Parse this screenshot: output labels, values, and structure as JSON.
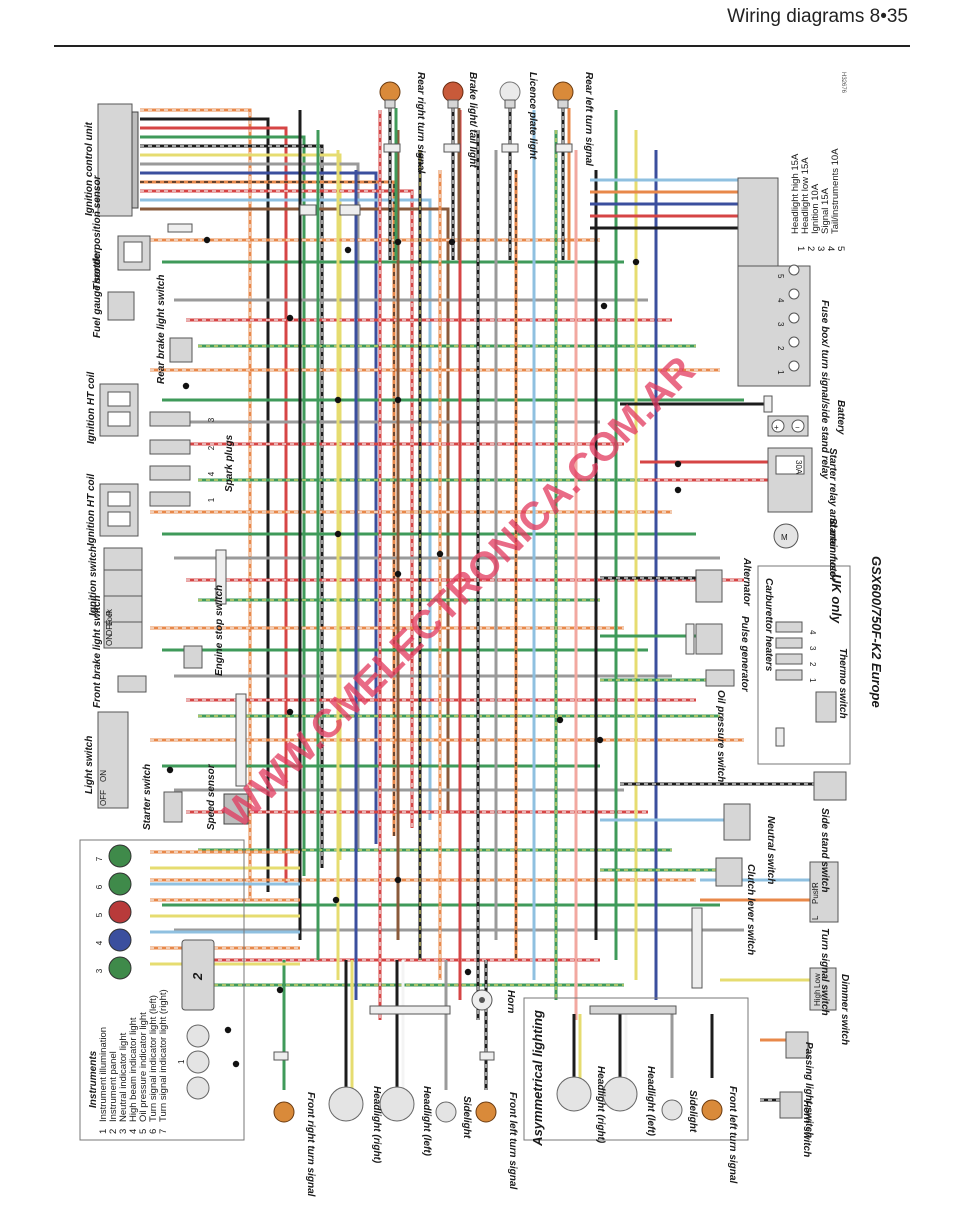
{
  "header": {
    "title": "Wiring diagrams 8•35"
  },
  "figure_code": "H32676",
  "model_title": "GSX600/750F-K2 Europe",
  "watermark": "WWW.CMELECTRONICA.COM.AR",
  "colors": {
    "black": "#1c1c1c",
    "orange": "#e8884a",
    "red": "#d64545",
    "green": "#3f9a5a",
    "blue": "#3b4f9e",
    "yellow": "#e6dc70",
    "gray": "#9a9a9a",
    "lightblue": "#8fc0e0",
    "brown": "#8a5a3a",
    "white": "#f4f4f4",
    "pink": "#f2a8a0"
  },
  "labels": {
    "rear_right_turn": "Rear right turn signal",
    "brake_tail": "Brake light/ tail light",
    "licence_plate": "Licence plate light",
    "rear_left_turn": "Rear left turn signal",
    "ignition_control_unit": "Ignition control unit",
    "throttle_position": "Throttle position sensor",
    "fuel_gauge": "Fuel gauge sender",
    "rear_brake_switch": "Rear brake light switch",
    "ignition_ht_coil_1": "Ignition HT coil",
    "ignition_ht_coil_2": "Ignition HT coil",
    "spark_plugs": "Spark plugs",
    "ignition_switch": "Ignition switch",
    "front_brake_switch": "Front brake light switch",
    "engine_stop": "Engine stop switch",
    "light_switch": "Light switch",
    "starter_switch": "Starter switch",
    "speed_sensor": "Speed sensor",
    "instruments": "Instruments",
    "horn": "Horn",
    "front_right_turn": "Front right turn signal",
    "headlight_right": "Headlight (right)",
    "headlight_left": "Headlight (left)",
    "sidelight": "Sidelight",
    "front_left_turn": "Front left turn signal",
    "asymmetrical_lighting": "Asymmetrical lighting",
    "headlight_right_2": "Headlight (right)",
    "headlight_left_2": "Headlight (left)",
    "sidelight_2": "Sidelight",
    "front_left_turn_2": "Front left turn signal",
    "fuse_box": "Fuse box/ turn signal/side stand relay",
    "battery": "Battery",
    "starter_relay": "Starter relay and main fuse",
    "starter_motor": "Starter motor",
    "alternator": "Alternator",
    "pulse_generator": "Pulse generator",
    "oil_pressure": "Oil pressure switch",
    "carb_heaters": "Carburettor heaters",
    "thermo_switch": "Thermo switch",
    "uk_only": "UK only",
    "side_stand": "Side stand switch",
    "neutral_switch": "Neutral switch",
    "clutch_lever": "Clutch lever switch",
    "turn_signal_switch": "Turn signal switch",
    "dimmer_switch": "Dimmer switch",
    "passing_light": "Passing light switch",
    "horn_switch": "Horn switch",
    "main_fuse": "30A"
  },
  "fuse_legend": [
    {
      "num": "1",
      "text": "Headlight high 15A"
    },
    {
      "num": "2",
      "text": "Headlight low 15A"
    },
    {
      "num": "3",
      "text": "Ignition 10A"
    },
    {
      "num": "4",
      "text": "Signal 15A"
    },
    {
      "num": "5",
      "text": "Tail/instruments 10A"
    }
  ],
  "instrument_legend": [
    {
      "num": "1",
      "text": "Instrument illumination"
    },
    {
      "num": "2",
      "text": "Instrument panel"
    },
    {
      "num": "3",
      "text": "Neutral indicator light"
    },
    {
      "num": "4",
      "text": "High beam indicator light"
    },
    {
      "num": "5",
      "text": "Oil pressure indicator light"
    },
    {
      "num": "6",
      "text": "Turn signal indicator light (left)"
    },
    {
      "num": "7",
      "text": "Turn signal indicator light (right)"
    }
  ],
  "ignition_switch_positions": [
    "ON",
    "OFF",
    "Lock",
    "P"
  ],
  "light_switch_positions": [
    "OFF",
    "",
    "ON"
  ],
  "dimmer_positions": [
    "High",
    "Low"
  ],
  "turn_signal_positions": [
    "L",
    "Push",
    "R"
  ],
  "spark_plug_numbers": [
    "1",
    "4",
    "2",
    "3"
  ],
  "fuse_numbers": [
    "1",
    "2",
    "3",
    "4",
    "5"
  ],
  "carb_heater_numbers": [
    "1",
    "2",
    "3",
    "4"
  ],
  "instrument_bulb_numbers": [
    "7",
    "6",
    "5",
    "4",
    "3"
  ],
  "instrument_panel_num": "2",
  "illumination_num": "1"
}
